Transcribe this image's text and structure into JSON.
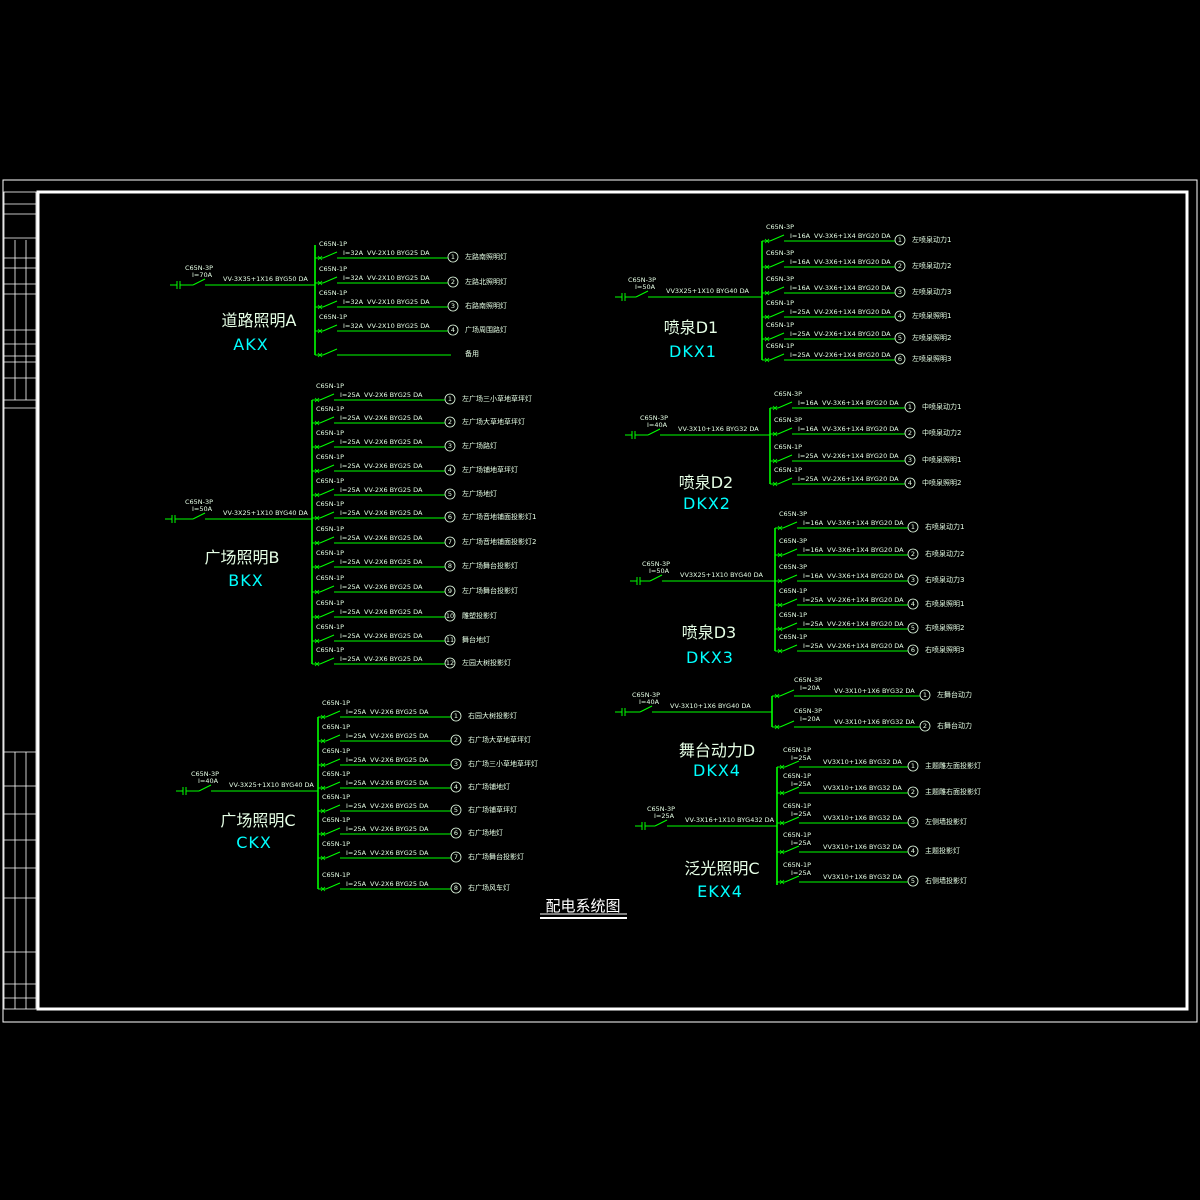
{
  "drawing": {
    "title": "配电系统图"
  },
  "colors": {
    "background": "#000000",
    "line": "#00ff00",
    "text": "#e6ffe6",
    "code": "#00ffff",
    "frame": "#ffffff"
  },
  "panels": [
    {
      "name": "道路照明A",
      "code": "AKX",
      "incoming": {
        "breaker": "C65N-3P",
        "rating": "I=70A",
        "cable": "VV-3X35+1X16 BYG50 DA"
      },
      "branches": [
        {
          "breaker": "C65N-1P",
          "rating": "I=32A",
          "cable": "VV-2X10 BYG25 DA",
          "circuit": "1",
          "load": "左路南照明灯"
        },
        {
          "breaker": "C65N-1P",
          "rating": "I=32A",
          "cable": "VV-2X10 BYG25 DA",
          "circuit": "2",
          "load": "左路北照明灯"
        },
        {
          "breaker": "C65N-1P",
          "rating": "I=32A",
          "cable": "VV-2X10 BYG25 DA",
          "circuit": "3",
          "load": "右路南照明灯"
        },
        {
          "breaker": "C65N-1P",
          "rating": "I=32A",
          "cable": "VV-2X10 BYG25 DA",
          "circuit": "4",
          "load": "广场周围路灯"
        },
        {
          "breaker": "",
          "rating": "",
          "cable": "",
          "circuit": "",
          "load": "备用"
        }
      ]
    },
    {
      "name": "广场照明B",
      "code": "BKX",
      "incoming": {
        "breaker": "C65N-3P",
        "rating": "I=50A",
        "cable": "VV-3X25+1X10 BYG40 DA"
      },
      "branches": [
        {
          "breaker": "C65N-1P",
          "rating": "I=25A",
          "cable": "VV-2X6 BYG25 DA",
          "circuit": "1",
          "load": "左广场三小草地草坪灯"
        },
        {
          "breaker": "C65N-1P",
          "rating": "I=25A",
          "cable": "VV-2X6 BYG25 DA",
          "circuit": "2",
          "load": "左广场大草地草坪灯"
        },
        {
          "breaker": "C65N-1P",
          "rating": "I=25A",
          "cable": "VV-2X6 BYG25 DA",
          "circuit": "3",
          "load": "左广场路灯"
        },
        {
          "breaker": "C65N-1P",
          "rating": "I=25A",
          "cable": "VV-2X6 BYG25 DA",
          "circuit": "4",
          "load": "左广场铺地草坪灯"
        },
        {
          "breaker": "C65N-1P",
          "rating": "I=25A",
          "cable": "VV-2X6 BYG25 DA",
          "circuit": "5",
          "load": "左广场地灯"
        },
        {
          "breaker": "C65N-1P",
          "rating": "I=25A",
          "cable": "VV-2X6 BYG25 DA",
          "circuit": "6",
          "load": "左广场音地铺面投影灯1"
        },
        {
          "breaker": "C65N-1P",
          "rating": "I=25A",
          "cable": "VV-2X6 BYG25 DA",
          "circuit": "7",
          "load": "左广场音地铺面投影灯2"
        },
        {
          "breaker": "C65N-1P",
          "rating": "I=25A",
          "cable": "VV-2X6 BYG25 DA",
          "circuit": "8",
          "load": "左广场舞台投影灯"
        },
        {
          "breaker": "C65N-1P",
          "rating": "I=25A",
          "cable": "VV-2X6 BYG25 DA",
          "circuit": "9",
          "load": "左广场舞台投影灯"
        },
        {
          "breaker": "C65N-1P",
          "rating": "I=25A",
          "cable": "VV-2X6 BYG25 DA",
          "circuit": "10",
          "load": "雕塑投影灯"
        },
        {
          "breaker": "C65N-1P",
          "rating": "I=25A",
          "cable": "VV-2X6 BYG25 DA",
          "circuit": "11",
          "load": "舞台地灯"
        },
        {
          "breaker": "C65N-1P",
          "rating": "I=25A",
          "cable": "VV-2X6 BYG25 DA",
          "circuit": "12",
          "load": "左园大树投影灯"
        }
      ]
    },
    {
      "name": "广场照明C",
      "code": "CKX",
      "incoming": {
        "breaker": "C65N-3P",
        "rating": "I=40A",
        "cable": "VV-3X25+1X10 BYG40 DA"
      },
      "branches": [
        {
          "breaker": "C65N-1P",
          "rating": "I=25A",
          "cable": "VV-2X6 BYG25 DA",
          "circuit": "1",
          "load": "右园大树投影灯"
        },
        {
          "breaker": "C65N-1P",
          "rating": "I=25A",
          "cable": "VV-2X6 BYG25 DA",
          "circuit": "2",
          "load": "右广场大草地草坪灯"
        },
        {
          "breaker": "C65N-1P",
          "rating": "I=25A",
          "cable": "VV-2X6 BYG25 DA",
          "circuit": "3",
          "load": "右广场三小草地草坪灯"
        },
        {
          "breaker": "C65N-1P",
          "rating": "I=25A",
          "cable": "VV-2X6 BYG25 DA",
          "circuit": "4",
          "load": "右广场铺地灯"
        },
        {
          "breaker": "C65N-1P",
          "rating": "I=25A",
          "cable": "VV-2X6 BYG25 DA",
          "circuit": "5",
          "load": "右广场铺草坪灯"
        },
        {
          "breaker": "C65N-1P",
          "rating": "I=25A",
          "cable": "VV-2X6 BYG25 DA",
          "circuit": "6",
          "load": "右广场地灯"
        },
        {
          "breaker": "C65N-1P",
          "rating": "I=25A",
          "cable": "VV-2X6 BYG25 DA",
          "circuit": "7",
          "load": "右广场舞台投影灯"
        },
        {
          "breaker": "C65N-1P",
          "rating": "I=25A",
          "cable": "VV-2X6 BYG25 DA",
          "circuit": "8",
          "load": "右广场风车灯"
        }
      ]
    },
    {
      "name": "喷泉D1",
      "code": "DKX1",
      "incoming": {
        "breaker": "C65N-3P",
        "rating": "I=50A",
        "cable": "VV3X25+1X10 BYG40 DA"
      },
      "branches": [
        {
          "breaker": "C65N-3P",
          "rating": "I=16A",
          "cable": "VV-3X6+1X4 BYG20 DA",
          "circuit": "1",
          "load": "左喷泉动力1"
        },
        {
          "breaker": "C65N-3P",
          "rating": "I=16A",
          "cable": "VV-3X6+1X4 BYG20 DA",
          "circuit": "2",
          "load": "左喷泉动力2"
        },
        {
          "breaker": "C65N-3P",
          "rating": "I=16A",
          "cable": "VV-3X6+1X4 BYG20 DA",
          "circuit": "3",
          "load": "左喷泉动力3"
        },
        {
          "breaker": "C65N-1P",
          "rating": "I=25A",
          "cable": "VV-2X6+1X4 BYG20 DA",
          "circuit": "4",
          "load": "左喷泉照明1"
        },
        {
          "breaker": "C65N-1P",
          "rating": "I=25A",
          "cable": "VV-2X6+1X4 BYG20 DA",
          "circuit": "5",
          "load": "左喷泉照明2"
        },
        {
          "breaker": "C65N-1P",
          "rating": "I=25A",
          "cable": "VV-2X6+1X4 BYG20 DA",
          "circuit": "6",
          "load": "左喷泉照明3"
        }
      ]
    },
    {
      "name": "喷泉D2",
      "code": "DKX2",
      "incoming": {
        "breaker": "C65N-3P",
        "rating": "I=40A",
        "cable": "VV-3X10+1X6 BYG32 DA"
      },
      "branches": [
        {
          "breaker": "C65N-3P",
          "rating": "I=16A",
          "cable": "VV-3X6+1X4 BYG20 DA",
          "circuit": "1",
          "load": "中喷泉动力1"
        },
        {
          "breaker": "C65N-3P",
          "rating": "I=16A",
          "cable": "VV-3X6+1X4 BYG20 DA",
          "circuit": "2",
          "load": "中喷泉动力2"
        },
        {
          "breaker": "C65N-1P",
          "rating": "I=25A",
          "cable": "VV-2X6+1X4 BYG20 DA",
          "circuit": "3",
          "load": "中喷泉照明1"
        },
        {
          "breaker": "C65N-1P",
          "rating": "I=25A",
          "cable": "VV-2X6+1X4 BYG20 DA",
          "circuit": "4",
          "load": "中喷泉照明2"
        }
      ]
    },
    {
      "name": "喷泉D3",
      "code": "DKX3",
      "incoming": {
        "breaker": "C65N-3P",
        "rating": "I=50A",
        "cable": "VV3X25+1X10 BYG40 DA"
      },
      "branches": [
        {
          "breaker": "C65N-3P",
          "rating": "I=16A",
          "cable": "VV-3X6+1X4 BYG20 DA",
          "circuit": "1",
          "load": "右喷泉动力1"
        },
        {
          "breaker": "C65N-3P",
          "rating": "I=16A",
          "cable": "VV-3X6+1X4 BYG20 DA",
          "circuit": "2",
          "load": "右喷泉动力2"
        },
        {
          "breaker": "C65N-3P",
          "rating": "I=16A",
          "cable": "VV-3X6+1X4 BYG20 DA",
          "circuit": "3",
          "load": "右喷泉动力3"
        },
        {
          "breaker": "C65N-1P",
          "rating": "I=25A",
          "cable": "VV-2X6+1X4 BYG20 DA",
          "circuit": "4",
          "load": "右喷泉照明1"
        },
        {
          "breaker": "C65N-1P",
          "rating": "I=25A",
          "cable": "VV-2X6+1X4 BYG20 DA",
          "circuit": "5",
          "load": "右喷泉照明2"
        },
        {
          "breaker": "C65N-1P",
          "rating": "I=25A",
          "cable": "VV-2X6+1X4 BYG20 DA",
          "circuit": "6",
          "load": "右喷泉照明3"
        }
      ]
    },
    {
      "name": "舞台动力D",
      "code": "DKX4",
      "incoming": {
        "breaker": "C65N-3P",
        "rating": "I=40A",
        "cable": "VV-3X10+1X6 BYG40 DA"
      },
      "branches": [
        {
          "breaker": "C65N-3P",
          "rating": "I=20A",
          "cable": "VV-3X10+1X6 BYG32 DA",
          "circuit": "1",
          "load": "左舞台动力"
        },
        {
          "breaker": "C65N-3P",
          "rating": "I=20A",
          "cable": "VV-3X10+1X6 BYG32 DA",
          "circuit": "2",
          "load": "右舞台动力"
        }
      ]
    },
    {
      "name": "泛光照明C",
      "code": "EKX4",
      "incoming": {
        "breaker": "C65N-3P",
        "rating": "I=25A",
        "cable": "VV-3X16+1X10 BYG432 DA"
      },
      "branches": [
        {
          "breaker": "C65N-1P",
          "rating": "I=25A",
          "cable": "VV3X10+1X6 BYG32 DA",
          "circuit": "1",
          "load": "主题雕左面投影灯"
        },
        {
          "breaker": "C65N-1P",
          "rating": "I=25A",
          "cable": "VV3X10+1X6 BYG32 DA",
          "circuit": "2",
          "load": "主题雕右面投影灯"
        },
        {
          "breaker": "C65N-1P",
          "rating": "I=25A",
          "cable": "VV3X10+1X6 BYG32 DA",
          "circuit": "3",
          "load": "左侧墙投影灯"
        },
        {
          "breaker": "C65N-1P",
          "rating": "I=25A",
          "cable": "VV3X10+1X6 BYG32 DA",
          "circuit": "4",
          "load": "主题投影灯"
        },
        {
          "breaker": "C65N-1P",
          "rating": "I=25A",
          "cable": "VV3X10+1X6 BYG32 DA",
          "circuit": "5",
          "load": "右侧墙投影灯"
        }
      ]
    }
  ]
}
